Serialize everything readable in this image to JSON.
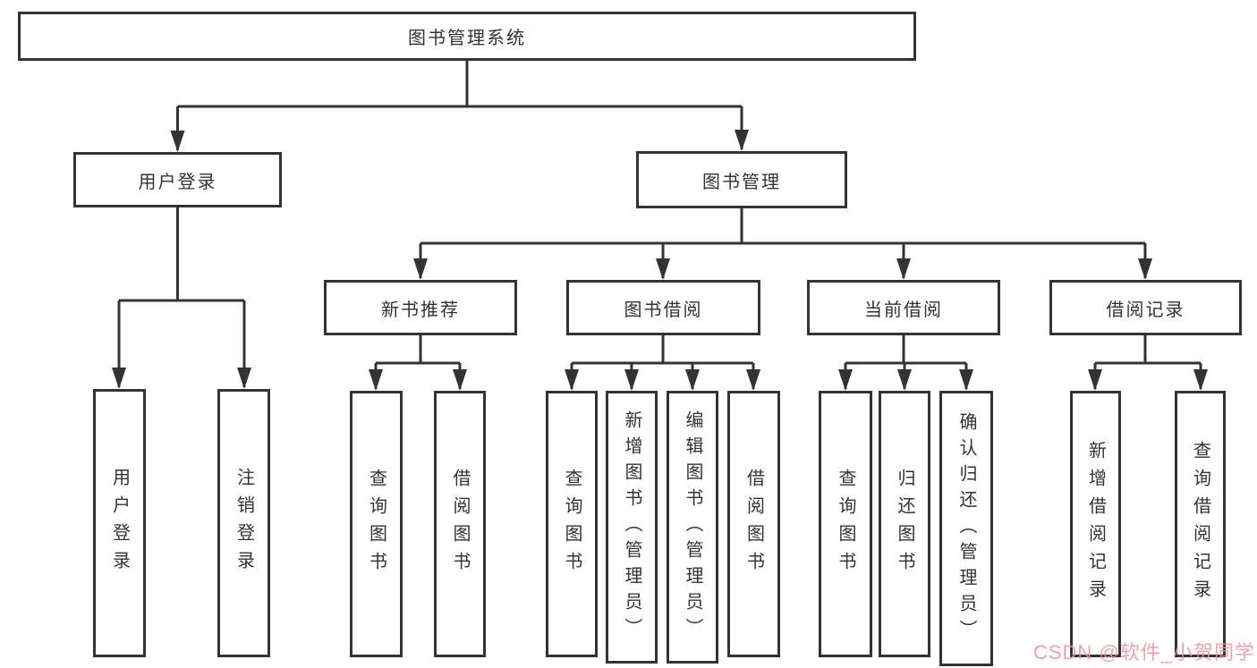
{
  "diagram": {
    "root": {
      "label": "图书管理系统"
    },
    "branches": [
      {
        "label": "用户登录",
        "children": [
          {
            "label": "用户登录"
          },
          {
            "label": "注销登录"
          }
        ]
      },
      {
        "label": "图书管理",
        "children": [
          {
            "label": "新书推荐",
            "children": [
              {
                "label": "查询图书"
              },
              {
                "label": "借阅图书"
              }
            ]
          },
          {
            "label": "图书借阅",
            "children": [
              {
                "label": "查询图书"
              },
              {
                "label": "新增图书（管理员）"
              },
              {
                "label": "编辑图书（管理员）"
              },
              {
                "label": "借阅图书"
              }
            ]
          },
          {
            "label": "当前借阅",
            "children": [
              {
                "label": "查询图书"
              },
              {
                "label": "归还图书"
              },
              {
                "label": "确认归还（管理员）"
              }
            ]
          },
          {
            "label": "借阅记录",
            "children": [
              {
                "label": "新增借阅记录"
              },
              {
                "label": "查询借阅记录"
              }
            ]
          }
        ]
      }
    ]
  },
  "watermark": {
    "text": "CSDN @软件_小贺同学",
    "color": "#f0919e"
  },
  "colors": {
    "line": "#333333",
    "border": "#333333",
    "text": "#333333",
    "background": "#ffffff"
  }
}
